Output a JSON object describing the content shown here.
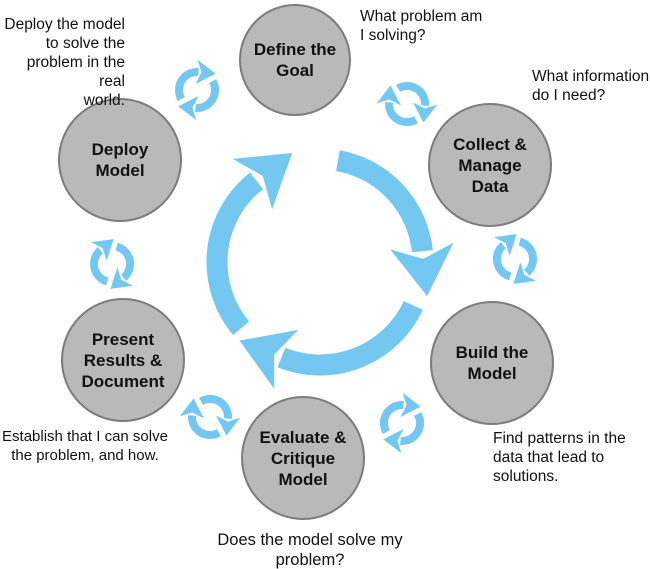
{
  "diagram": {
    "type": "cycle-diagram",
    "nodes": [
      {
        "id": "define-goal",
        "label": "Define the\nGoal"
      },
      {
        "id": "collect-manage-data",
        "label": "Collect &\nManage\nData"
      },
      {
        "id": "build-model",
        "label": "Build the\nModel"
      },
      {
        "id": "evaluate-critique-model",
        "label": "Evaluate &\nCritique\nModel"
      },
      {
        "id": "present-results-document",
        "label": "Present\nResults &\nDocument"
      },
      {
        "id": "deploy-model",
        "label": "Deploy\nModel"
      }
    ],
    "notes": [
      {
        "for": "define-goal",
        "text": "What problem am\nI solving?"
      },
      {
        "for": "collect-manage-data",
        "text": "What information\ndo I need?"
      },
      {
        "for": "build-model",
        "text": "Find patterns in the\ndata that lead to\nsolutions."
      },
      {
        "for": "evaluate-critique-model",
        "text": "Does the model solve my\nproblem?"
      },
      {
        "for": "present-results-document",
        "text": "Establish that I can solve\nthe problem, and how."
      },
      {
        "for": "deploy-model",
        "text": "Deploy the model\nto solve the\nproblem in the real\nworld."
      }
    ],
    "icons": {
      "center": "clockwise-cycle-arrow-icon",
      "between_nodes": "cycle-arrows-icon"
    },
    "colors": {
      "arrow": "#74C7F0",
      "node_fill": "#B9B9B9",
      "node_border": "#7C7C7C",
      "ink": "#111111"
    }
  }
}
